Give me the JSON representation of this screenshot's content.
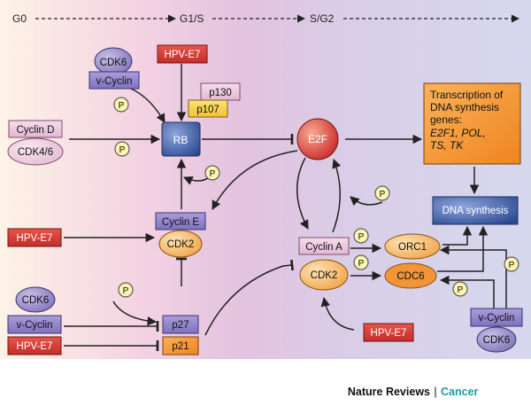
{
  "phases": {
    "g0": "G0",
    "g1s": "G1/S",
    "sg2": "S/G2"
  },
  "nodes": {
    "cdk6_top": "CDK6",
    "vcyclin_top": "v-Cyclin",
    "hpv_top": "HPV-E7",
    "p130": "p130",
    "p107": "p107",
    "cyclin_d": "Cyclin D",
    "cdk46": "CDK4/6",
    "rb": "RB",
    "e2f": "E2F",
    "transcription": {
      "line1": "Transcription of",
      "line2": "DNA synthesis",
      "line3": "genes:",
      "line4": "E2F1, POL,",
      "line5": "TS, TK"
    },
    "dna_synthesis": "DNA synthesis",
    "hpv_mid": "HPV-E7",
    "cyclin_e": "Cyclin E",
    "cdk2_e": "CDK2",
    "cyclin_a": "Cyclin A",
    "cdk2_a": "CDK2",
    "orc1": "ORC1",
    "cdc6": "CDC6",
    "cdk6_bot": "CDK6",
    "vcyclin_bot": "v-Cyclin",
    "p27": "p27",
    "hpv_bot": "HPV-E7",
    "p21": "p21",
    "hpv_right": "HPV-E7",
    "vcyclin_right": "v-Cyclin",
    "cdk6_right": "CDK6"
  },
  "phospho_label": "P",
  "footer": {
    "journal": "Nature Reviews",
    "separator": "|",
    "section": "Cancer"
  },
  "colors": {
    "red_box": "#d63a32",
    "blue_box": "#35559c",
    "purple_box": "#8f83c9",
    "pink_box": "#e8c4dc",
    "orange_box": "#f2972e",
    "yellow_box": "#f7d24a",
    "phospho": "#fbf3b0",
    "cancer_teal": "#1b9aa5"
  }
}
